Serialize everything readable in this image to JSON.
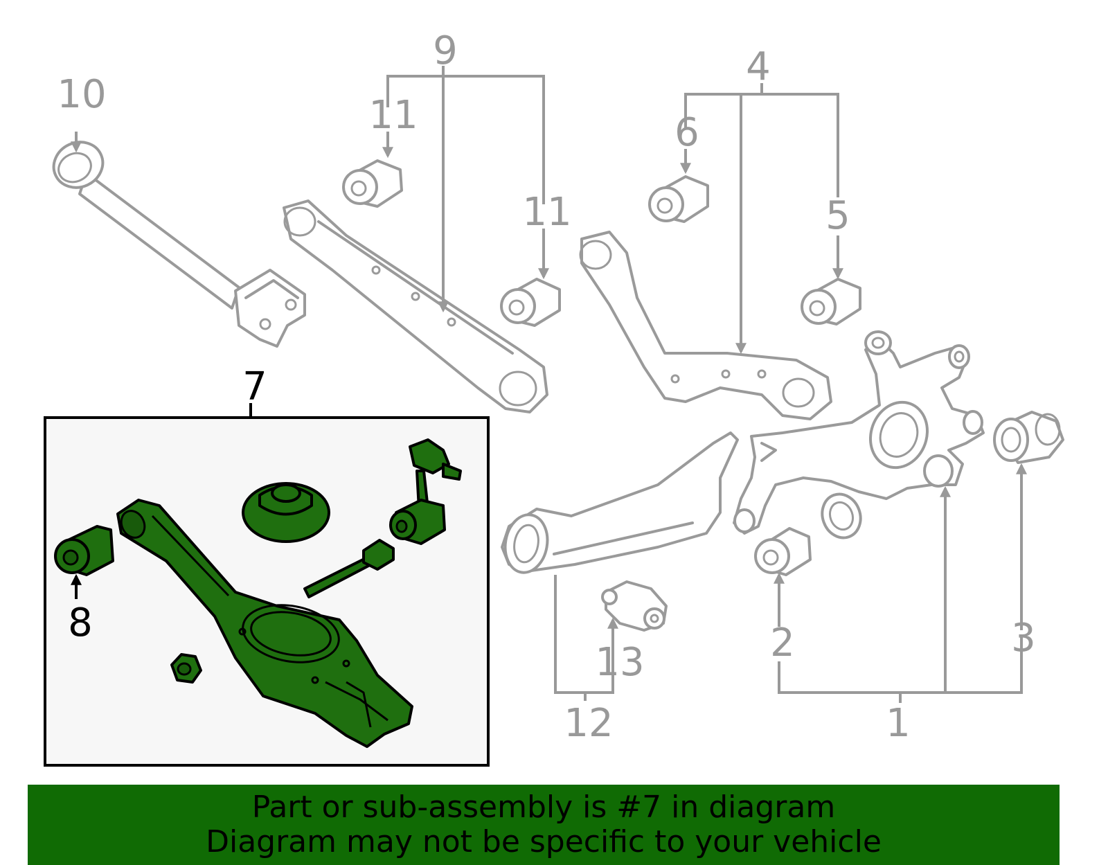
{
  "callouts": {
    "c1": "1",
    "c2": "2",
    "c3": "3",
    "c4": "4",
    "c5": "5",
    "c6": "6",
    "c7": "7",
    "c8": "8",
    "c9": "9",
    "c10": "10",
    "c11a": "11",
    "c11b": "11",
    "c12": "12",
    "c13": "13"
  },
  "highlighted_part": "7",
  "colors": {
    "highlight": "#1f6f0f",
    "banner": "#106b04",
    "inactive": "#999999"
  },
  "banner": {
    "line1": "Part or sub-assembly is #7 in diagram",
    "line2": "Diagram may not be specific to your vehicle"
  }
}
